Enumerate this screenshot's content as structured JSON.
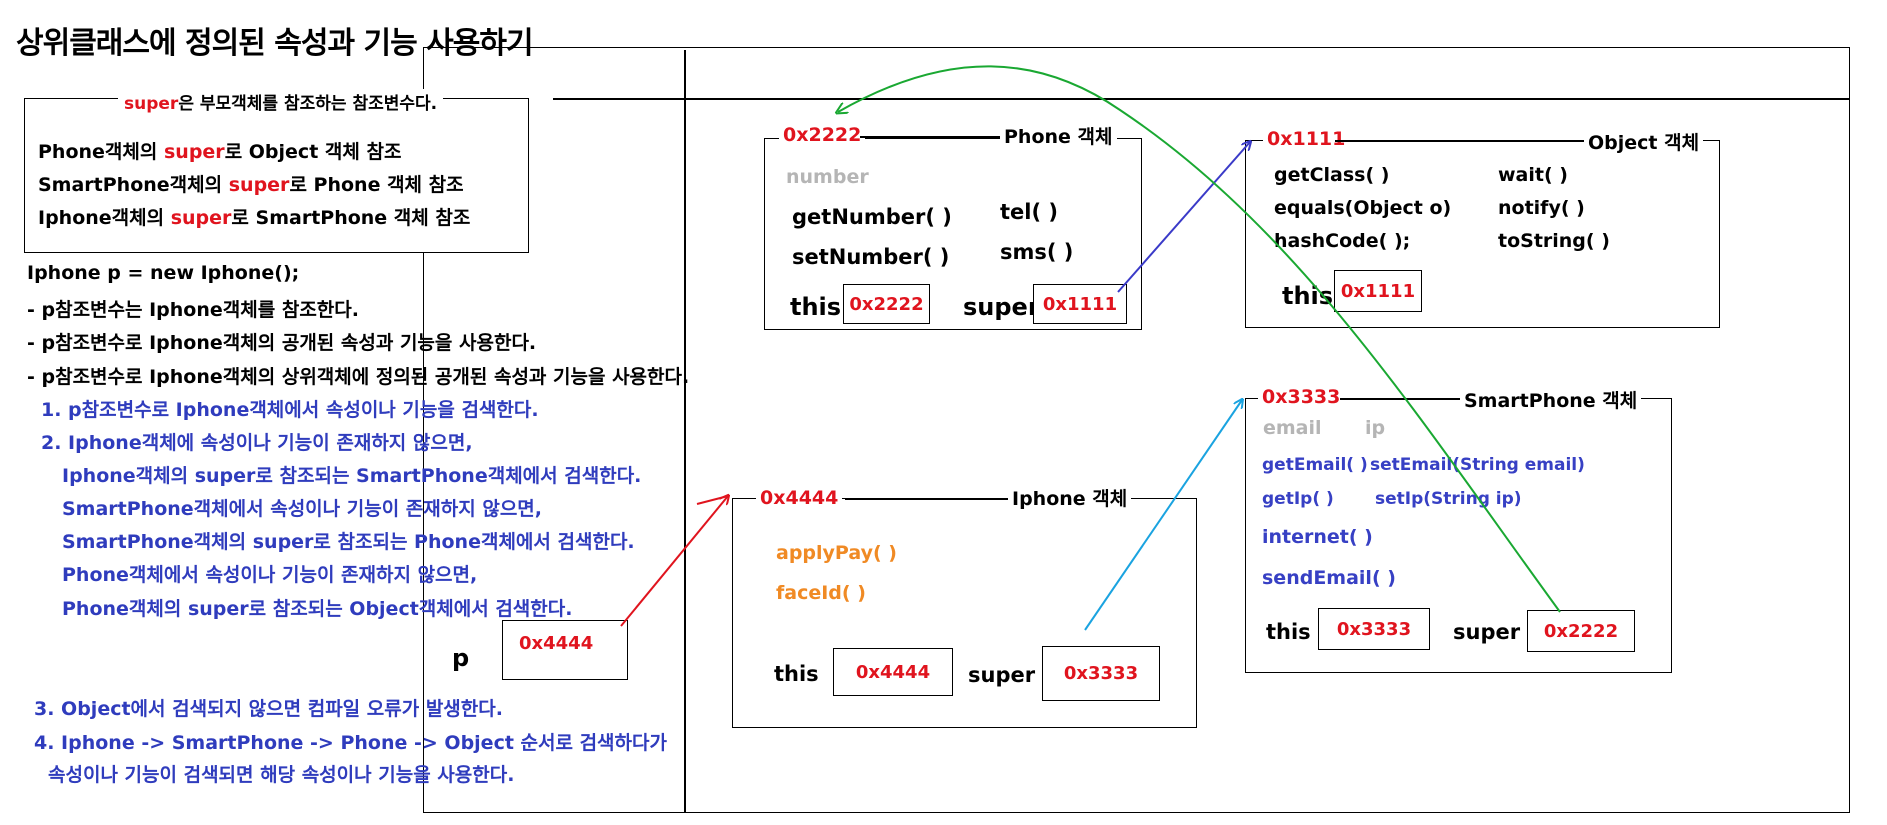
{
  "title": "상위클래스에 정의된 속성과 기능 사용하기",
  "super_box": {
    "legend_super": "super",
    "legend_rest": "은 부모객체를 참조하는 참조변수다.",
    "lines": [
      {
        "a": "Phone객체의 ",
        "s": "super",
        "b": "로 Object 객체 참조"
      },
      {
        "a": "SmartPhone객체의 ",
        "s": "super",
        "b": "로 Phone 객체 참조"
      },
      {
        "a": "Iphone객체의 ",
        "s": "super",
        "b": "로 SmartPhone 객체 참조"
      }
    ]
  },
  "code_line": "Iphone p = new Iphone();",
  "notes": [
    "- p참조변수는 Iphone객체를 참조한다.",
    "- p참조변수로 Iphone객체의 공개된 속성과 기능을 사용한다.",
    "- p참조변수로 Iphone객체의 상위객체에 정의된 공개된 속성과 기능을 사용한다."
  ],
  "steps": [
    "1. p참조변수로 Iphone객체에서 속성이나 기능을 검색한다.",
    "2. Iphone객체에 속성이나 기능이 존재하지 않으면,",
    "Iphone객체의 super로 참조되는 SmartPhone객체에서 검색한다.",
    "SmartPhone객체에서 속성이나 기능이 존재하지 않으면,",
    "SmartPhone객체의 super로 참조되는 Phone객체에서 검색한다.",
    "Phone객체에서 속성이나 기능이 존재하지 않으면,",
    "Phone객체의 super로 참조되는 Object객체에서 검색한다.",
    "3. Object에서 검색되지 않으면 컴파일 오류가 발생한다.",
    "4. Iphone -> SmartPhone -> Phone -> Object 순서로 검색하다가",
    "속성이나 기능이 검색되면 해당 속성이나 기능을 사용한다."
  ],
  "p_var": {
    "label": "p",
    "value": "0x4444"
  },
  "phone": {
    "address": "0x2222",
    "name": "Phone 객체",
    "field": "number",
    "methods_left": [
      "getNumber( )",
      "setNumber( )"
    ],
    "methods_right": [
      "tel( )",
      "sms( )"
    ],
    "this_label": "this",
    "this_value": "0x2222",
    "super_label": "super",
    "super_value": "0x1111"
  },
  "object": {
    "address": "0x1111",
    "name": "Object 객체",
    "methods_left": [
      "getClass( )",
      "equals(Object o)",
      "hashCode( );"
    ],
    "methods_right": [
      "wait( )",
      "notify( )",
      "toString( )"
    ],
    "this_label": "this",
    "this_value": "0x1111"
  },
  "smartphone": {
    "address": "0x3333",
    "name": "SmartPhone 객체",
    "fields": [
      "email",
      "ip"
    ],
    "methods_row1": [
      "getEmail( )",
      "setEmail(String email)"
    ],
    "methods_row2": [
      "getIp( )",
      "setIp(String ip)"
    ],
    "methods_more": [
      "internet( )",
      "sendEmail( )"
    ],
    "this_label": "this",
    "this_value": "0x3333",
    "super_label": "super",
    "super_value": "0x2222"
  },
  "iphone": {
    "address": "0x4444",
    "name": "Iphone 객체",
    "methods": [
      "applyPay( )",
      "faceId( )"
    ],
    "this_label": "this",
    "this_value": "0x4444",
    "super_label": "super",
    "super_value": "0x3333"
  },
  "colors": {
    "red": "#e0141e",
    "blue_text": "#2f3cbd",
    "gray": "#b5b5b5",
    "orange": "#f08a24",
    "arrow_red": "#e0141e",
    "arrow_blue": "#3a3ac8",
    "arrow_cyan": "#1aa3e0",
    "arrow_green": "#1aa832"
  }
}
